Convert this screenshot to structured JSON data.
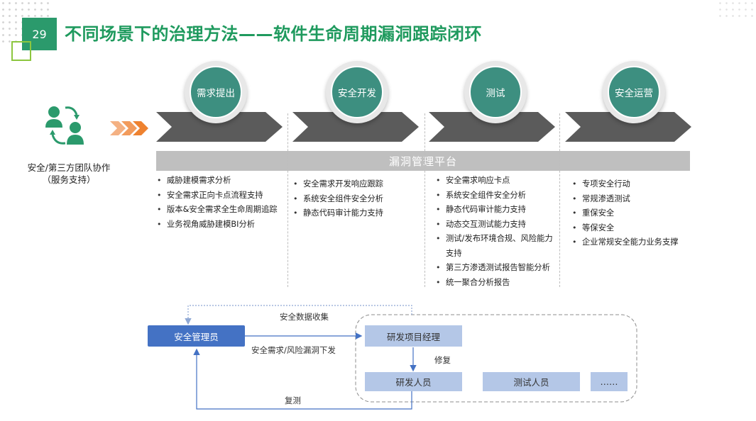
{
  "slide": {
    "page_number": "29",
    "title": "不同场景下的治理方法——软件生命周期漏洞跟踪闭环"
  },
  "team": {
    "line1": "安全/第三方团队协作",
    "line2": "（服务支持）"
  },
  "platform_label": "漏洞管理平台",
  "phases": [
    {
      "name": "需求提出",
      "items": [
        "威胁建模需求分析",
        "安全需求正向卡点流程支持",
        "版本&安全需求全生命周期追踪",
        "业务视角威胁建模BI分析"
      ]
    },
    {
      "name": "安全开发",
      "items": [
        "安全需求开发响应跟踪",
        "系统安全组件安全分析",
        "静态代码审计能力支持"
      ]
    },
    {
      "name": "测试",
      "items": [
        "安全需求响应卡点",
        "系统安全组件安全分析",
        "静态代码审计能力支持",
        "动态交互测试能力支持",
        "测试/发布环境合规、风险能力支持",
        "第三方渗透测试报告智能分析",
        "统一聚合分析报告"
      ]
    },
    {
      "name": "安全运营",
      "items": [
        "专项安全行动",
        "常规渗透测试",
        "重保安全",
        "等保安全",
        "企业常规安全能力业务支撑"
      ]
    }
  ],
  "flow": {
    "admin": "安全管理员",
    "pm": "研发项目经理",
    "dev": "研发人员",
    "tester": "测试人员",
    "more": "……",
    "collect_label": "安全数据收集",
    "issue_label": "安全需求/风险漏洞下发",
    "fix_label": "修复",
    "retest_label": "复测"
  },
  "colors": {
    "title_green": "#1f9a5e",
    "page_box": "#2b9a6c",
    "circle_teal": "#3d8f80",
    "arrow_gray": "#5b5b5b",
    "platform_gray": "#bfbfbf",
    "admin_blue": "#4472c4",
    "light_blue": "#b4c7e7",
    "chevron_orange": "#f4a460"
  }
}
